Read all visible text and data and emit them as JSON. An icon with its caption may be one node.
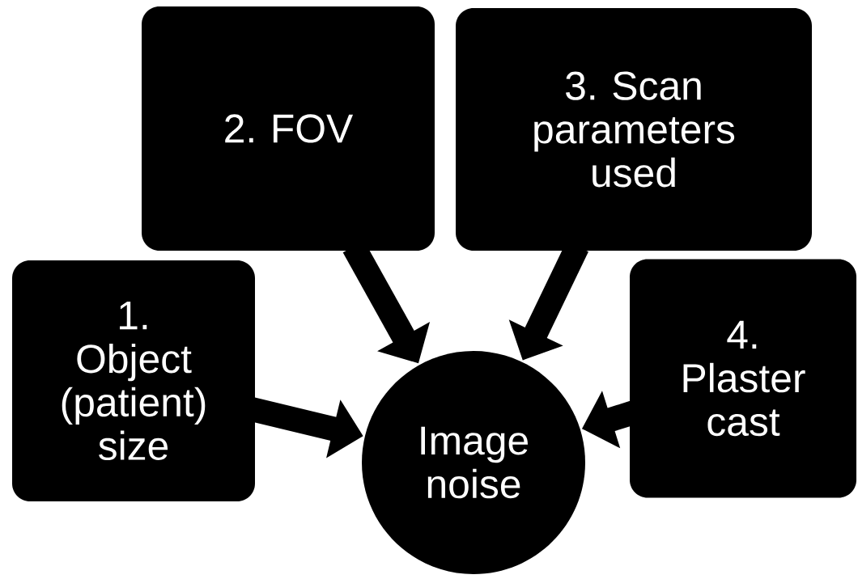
{
  "diagram": {
    "nodes": [
      {
        "text": [
          "1. Object (patient) size"
        ]
      },
      {
        "text": [
          "2. FOV"
        ]
      },
      {
        "text": [
          "3. Scan parameters used"
        ]
      },
      {
        "text": [
          "4. Plaster cast"
        ]
      },
      {
        "text": [
          "Image noise"
        ]
      }
    ],
    "edges": [
      {
        "from": 0,
        "to": 4,
        "arrow": "to"
      },
      {
        "from": 1,
        "to": 4,
        "arrow": "to"
      },
      {
        "from": 2,
        "to": 4,
        "arrow": "to"
      },
      {
        "from": 3,
        "to": 4,
        "arrow": "to"
      }
    ]
  }
}
